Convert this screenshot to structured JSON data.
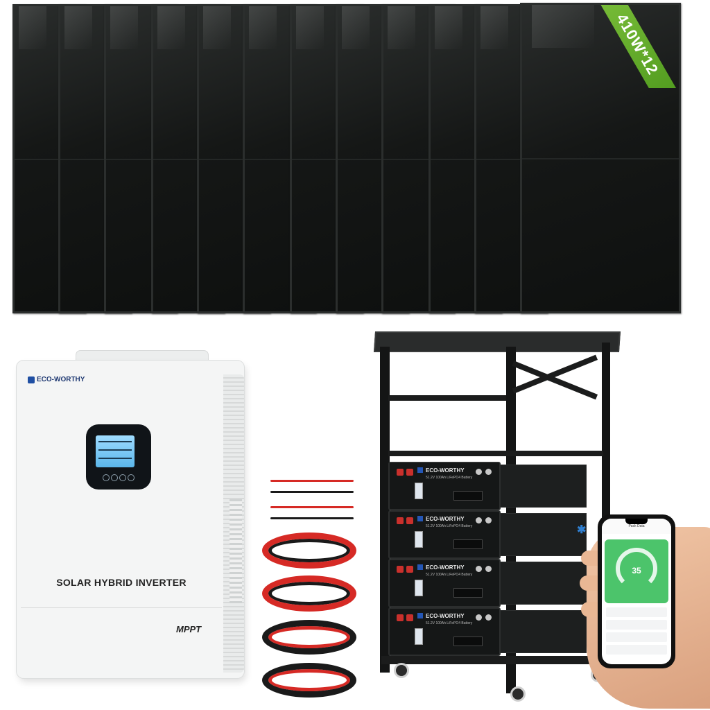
{
  "panels": {
    "badge": "410W*12",
    "count": 12
  },
  "inverter": {
    "brand": "ECO-WORTHY",
    "title": "SOLAR HYBRID INVERTER",
    "mppt_label": "MPPT"
  },
  "batteries": {
    "brand": "ECO-WORTHY",
    "spec": "51.2V 100Ah LiFePO4 Battery",
    "count": 4
  },
  "phone_app": {
    "title": "Pack Data",
    "gauge_value": "35"
  },
  "colors": {
    "badge_green": "#5aa82a",
    "inverter_body": "#f4f5f5",
    "cable_red": "#d62a25",
    "cable_black": "#1a1a1a",
    "app_green": "#4cc46b",
    "brand_blue": "#1f4fa3"
  }
}
